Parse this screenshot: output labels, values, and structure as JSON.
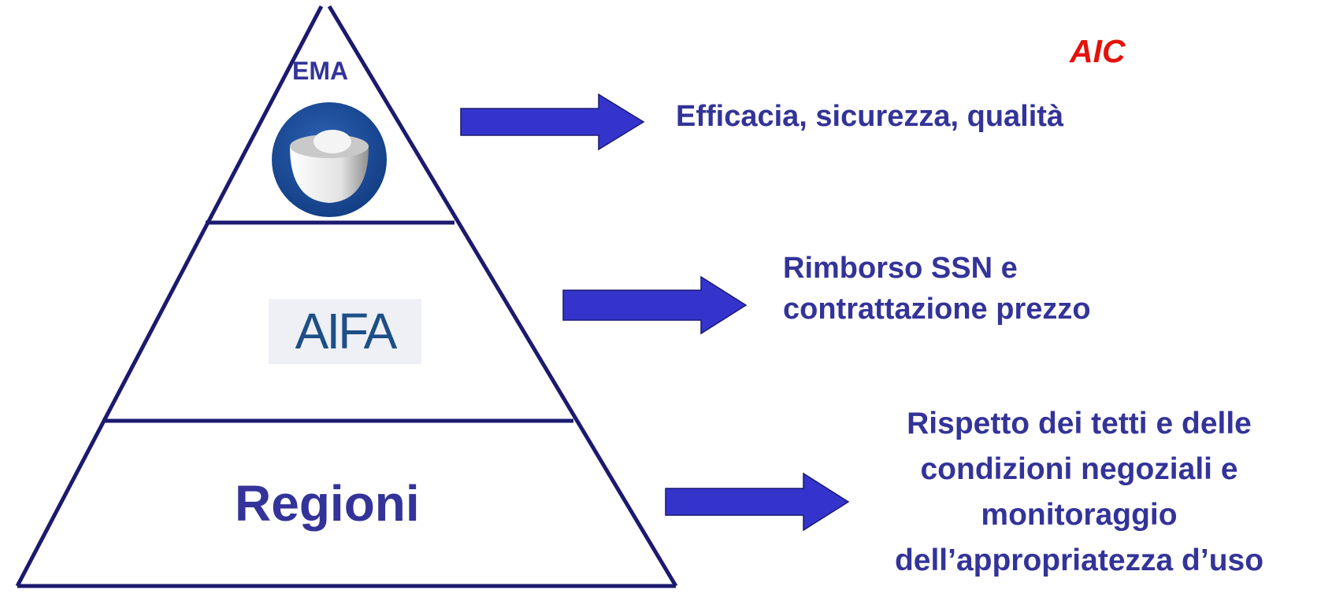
{
  "pyramid": {
    "top_label": "EMA",
    "middle_logo_text": "AIFA",
    "bottom_label": "Regioni"
  },
  "right": {
    "aic_label": "AIC",
    "level1_text": "Efficacia, sicurezza,  qualità",
    "level2_lines": [
      "Rimborso SSN e",
      "contrattazione prezzo"
    ],
    "level3_lines": [
      "Rispetto dei  tetti e delle",
      "condizioni  negoziali e",
      "monitoraggio",
      "dell’appropriatezza d’uso"
    ]
  },
  "colors": {
    "pyramid_outline": "#1b1a6e",
    "arrow_fill": "#3434cc",
    "text": "#333399",
    "aic": "#e3120b",
    "ema_logo_blue": "#1d4f9c"
  },
  "icons": {
    "ema_logo": "mortar-bowl-icon",
    "aifa_logo": "aifa-wordmark"
  }
}
